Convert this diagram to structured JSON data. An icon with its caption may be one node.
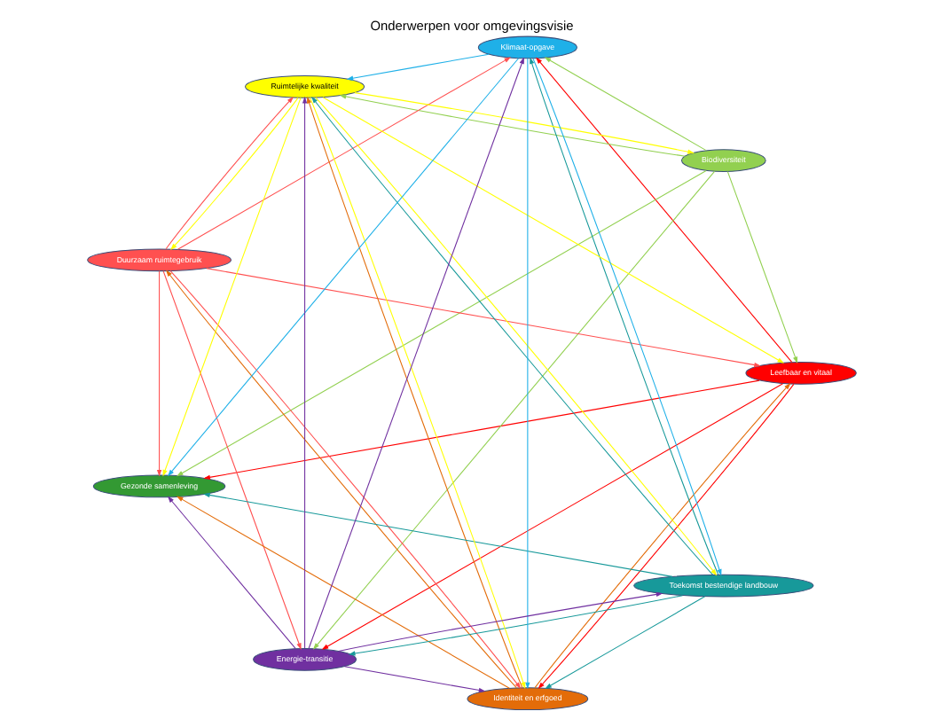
{
  "diagram": {
    "title": "Onderwerpen voor omgevingsvisie",
    "nodes": [
      {
        "text": [
          "Leefbaar en vitaal"
        ]
      },
      {
        "text": [
          "Biodiversiteit"
        ]
      },
      {
        "text": [
          "Duurzaam ruimtegebruik"
        ]
      },
      {
        "text": [
          "Gezonde samenleving"
        ]
      },
      {
        "text": [
          "Identiteit en erfgoed"
        ]
      },
      {
        "text": [
          "Toekomst bestendige landbouw"
        ]
      },
      {
        "text": [
          "Ruimtelijke kwaliteit"
        ]
      },
      {
        "text": [
          "Klimaat-opgave"
        ]
      },
      {
        "text": [
          "Energie-transitie"
        ]
      }
    ],
    "edges": [
      {
        "from": 1,
        "to": 0,
        "arrow": "to",
        "color": "#92d050"
      },
      {
        "from": 1,
        "to": 3,
        "arrow": "to",
        "color": "#92d050"
      },
      {
        "from": 1,
        "to": 7,
        "arrow": "to",
        "color": "#92d050"
      },
      {
        "from": 1,
        "to": 8,
        "arrow": "to",
        "color": "#92d050"
      },
      {
        "from": 1,
        "to": 6,
        "arrow": "to",
        "color": "#92d050"
      },
      {
        "from": 0,
        "to": 3,
        "arrow": "to",
        "color": "#ff0000"
      },
      {
        "from": 0,
        "to": 7,
        "arrow": "to",
        "color": "#ff0000"
      },
      {
        "from": 0,
        "to": 8,
        "arrow": "to",
        "color": "#ff0000"
      },
      {
        "from": 0,
        "to": 4,
        "arrow": "to",
        "color": "#ff0000"
      },
      {
        "from": 2,
        "to": 0,
        "arrow": "to",
        "color": "#ff5050"
      },
      {
        "from": 2,
        "to": 3,
        "arrow": "to",
        "color": "#ff5050"
      },
      {
        "from": 2,
        "to": 4,
        "arrow": "to",
        "color": "#ff5050"
      },
      {
        "from": 2,
        "to": 7,
        "arrow": "to",
        "color": "#ff5050"
      },
      {
        "from": 2,
        "to": 8,
        "arrow": "to",
        "color": "#ff5050"
      },
      {
        "from": 2,
        "to": 6,
        "arrow": "to",
        "color": "#ff5050"
      },
      {
        "from": 4,
        "to": 0,
        "arrow": "to",
        "color": "#e36c09"
      },
      {
        "from": 4,
        "to": 3,
        "arrow": "to",
        "color": "#e36c09"
      },
      {
        "from": 4,
        "to": 2,
        "arrow": "to",
        "color": "#e36c09"
      },
      {
        "from": 4,
        "to": 6,
        "arrow": "to",
        "color": "#e36c09"
      },
      {
        "from": 5,
        "to": 3,
        "arrow": "to",
        "color": "#17999a"
      },
      {
        "from": 5,
        "to": 4,
        "arrow": "to",
        "color": "#17999a"
      },
      {
        "from": 5,
        "to": 6,
        "arrow": "to",
        "color": "#17999a"
      },
      {
        "from": 5,
        "to": 7,
        "arrow": "to",
        "color": "#17999a"
      },
      {
        "from": 5,
        "to": 8,
        "arrow": "to",
        "color": "#17999a"
      },
      {
        "from": 7,
        "to": 5,
        "arrow": "to",
        "color": "#1fb0e8"
      },
      {
        "from": 7,
        "to": 3,
        "arrow": "to",
        "color": "#1fb0e8"
      },
      {
        "from": 7,
        "to": 4,
        "arrow": "to",
        "color": "#1fb0e8"
      },
      {
        "from": 7,
        "to": 6,
        "arrow": "to",
        "color": "#1fb0e8"
      },
      {
        "from": 8,
        "to": 7,
        "arrow": "to",
        "color": "#7030a0"
      },
      {
        "from": 8,
        "to": 6,
        "arrow": "to",
        "color": "#7030a0"
      },
      {
        "from": 8,
        "to": 4,
        "arrow": "to",
        "color": "#7030a0"
      },
      {
        "from": 8,
        "to": 3,
        "arrow": "to",
        "color": "#7030a0"
      },
      {
        "from": 8,
        "to": 5,
        "arrow": "to",
        "color": "#7030a0"
      },
      {
        "from": 6,
        "to": 1,
        "arrow": "to",
        "color": "#ffff00"
      },
      {
        "from": 6,
        "to": 0,
        "arrow": "to",
        "color": "#ffff00"
      },
      {
        "from": 6,
        "to": 3,
        "arrow": "to",
        "color": "#ffff00"
      },
      {
        "from": 6,
        "to": 5,
        "arrow": "to",
        "color": "#ffff00"
      },
      {
        "from": 6,
        "to": 4,
        "arrow": "to",
        "color": "#ffff00"
      },
      {
        "from": 6,
        "to": 2,
        "arrow": "to",
        "color": "#ffff00"
      }
    ]
  }
}
